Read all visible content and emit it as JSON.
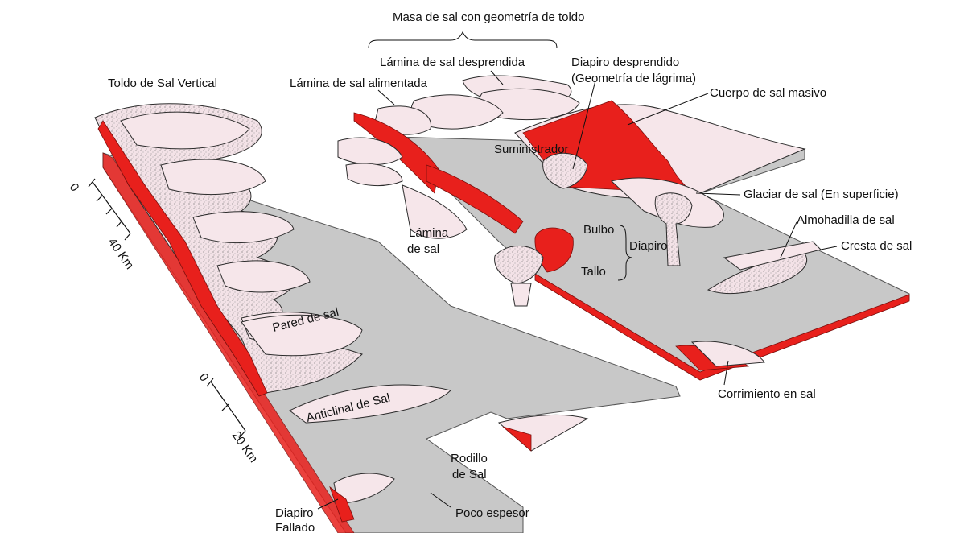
{
  "labels": {
    "canopy_group": "Masa de sal con geometría de toldo",
    "detached_sheet": "Lámina de sal desprendida",
    "detached_diapir_1": "Diapiro desprendido",
    "detached_diapir_2": "(Geometría de lágrima)",
    "vertical_canopy": "Toldo de Sal Vertical",
    "fed_sheet": "Lámina de sal alimentada",
    "massive_body": "Cuerpo de sal masivo",
    "feeder": "Suministrador",
    "glacier": "Glaciar de sal (En superficie)",
    "pillow": "Almohadilla de sal",
    "ridge": "Cresta de sal",
    "sheet_1": "Lámina",
    "sheet_2": "de sal",
    "bulb": "Bulbo",
    "diapir": "Diapiro",
    "stem": "Tallo",
    "wall": "Pared de sal",
    "thrust": "Corrimiento en sal",
    "anticline": "Anticlinal de Sal",
    "roller_1": "Rodillo",
    "roller_2": "de Sal",
    "faulted_1": "Diapiro",
    "faulted_2": "Fallado",
    "thin": "Poco espesor"
  },
  "scale_bars": {
    "upper": {
      "zero": "0",
      "end": "40 Km"
    },
    "lower": {
      "zero": "0",
      "end": "20 Km"
    }
  },
  "colors": {
    "salt_section": "#e8201c",
    "salt_body": "#f6e6ea",
    "base_slab": "#c8c8c8"
  }
}
